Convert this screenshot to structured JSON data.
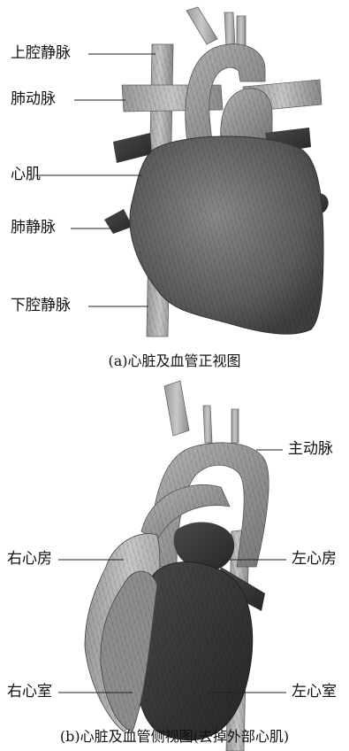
{
  "figure_a": {
    "labels": {
      "superior_vena_cava": "上腔静脉",
      "pulmonary_artery": "肺动脉",
      "myocardium": "心肌",
      "pulmonary_vein": "肺静脉",
      "inferior_vena_cava": "下腔静脉"
    },
    "caption": "(a)心脏及血管正视图"
  },
  "figure_b": {
    "labels": {
      "aorta": "主动脉",
      "right_atrium": "右心房",
      "left_atrium": "左心房",
      "right_ventricle": "右心室",
      "left_ventricle": "左心室"
    },
    "caption": "(b)心脏及血管侧视图(去掉外部心肌)"
  }
}
